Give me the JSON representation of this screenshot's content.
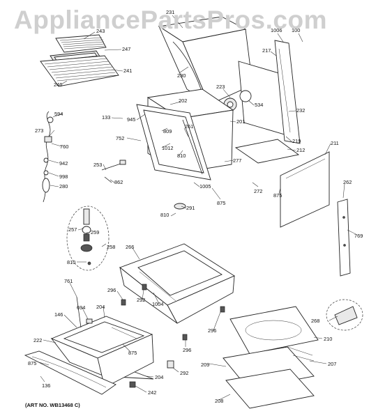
{
  "watermark": "AppliancePartsPros.com",
  "art_number": "(ART NO. WB13468 C)",
  "callouts": [
    {
      "id": "231",
      "text": "231"
    },
    {
      "id": "1006",
      "text": "1006"
    },
    {
      "id": "100",
      "text": "100"
    },
    {
      "id": "243",
      "text": "243"
    },
    {
      "id": "247",
      "text": "247"
    },
    {
      "id": "241",
      "text": "241"
    },
    {
      "id": "246",
      "text": "246"
    },
    {
      "id": "230",
      "text": "230"
    },
    {
      "id": "217",
      "text": "217"
    },
    {
      "id": "223",
      "text": "223"
    },
    {
      "id": "534",
      "text": "534"
    },
    {
      "id": "232",
      "text": "232"
    },
    {
      "id": "202",
      "text": "202"
    },
    {
      "id": "945",
      "text": "945"
    },
    {
      "id": "133",
      "text": "133"
    },
    {
      "id": "809",
      "text": "809"
    },
    {
      "id": "261",
      "text": "261"
    },
    {
      "id": "201",
      "text": "201"
    },
    {
      "id": "219",
      "text": "219"
    },
    {
      "id": "752",
      "text": "752"
    },
    {
      "id": "1012",
      "text": "1012"
    },
    {
      "id": "810a",
      "text": "810"
    },
    {
      "id": "212",
      "text": "212"
    },
    {
      "id": "211",
      "text": "211"
    },
    {
      "id": "594",
      "text": "594"
    },
    {
      "id": "273",
      "text": "273"
    },
    {
      "id": "760",
      "text": "760"
    },
    {
      "id": "942",
      "text": "942"
    },
    {
      "id": "998",
      "text": "998"
    },
    {
      "id": "280",
      "text": "280"
    },
    {
      "id": "253",
      "text": "253"
    },
    {
      "id": "862",
      "text": "862"
    },
    {
      "id": "277",
      "text": "277"
    },
    {
      "id": "1005",
      "text": "1005"
    },
    {
      "id": "272",
      "text": "272"
    },
    {
      "id": "875a",
      "text": "875"
    },
    {
      "id": "875b",
      "text": "875"
    },
    {
      "id": "262",
      "text": "262"
    },
    {
      "id": "291",
      "text": "291"
    },
    {
      "id": "810b",
      "text": "810"
    },
    {
      "id": "769",
      "text": "769"
    },
    {
      "id": "257",
      "text": "257"
    },
    {
      "id": "259",
      "text": "259"
    },
    {
      "id": "258",
      "text": "258"
    },
    {
      "id": "810c",
      "text": "810"
    },
    {
      "id": "266",
      "text": "266"
    },
    {
      "id": "761",
      "text": "761"
    },
    {
      "id": "296a",
      "text": "296"
    },
    {
      "id": "292a",
      "text": "292"
    },
    {
      "id": "1004",
      "text": "1004"
    },
    {
      "id": "694",
      "text": "694"
    },
    {
      "id": "204a",
      "text": "204"
    },
    {
      "id": "146",
      "text": "146"
    },
    {
      "id": "296b",
      "text": "296"
    },
    {
      "id": "268",
      "text": "268"
    },
    {
      "id": "296c",
      "text": "296"
    },
    {
      "id": "222",
      "text": "222"
    },
    {
      "id": "875c",
      "text": "875"
    },
    {
      "id": "210",
      "text": "210"
    },
    {
      "id": "875d",
      "text": "875"
    },
    {
      "id": "207",
      "text": "207"
    },
    {
      "id": "209",
      "text": "209"
    },
    {
      "id": "292b",
      "text": "292"
    },
    {
      "id": "136",
      "text": "136"
    },
    {
      "id": "204b",
      "text": "204"
    },
    {
      "id": "242",
      "text": "242"
    },
    {
      "id": "208",
      "text": "208"
    }
  ]
}
